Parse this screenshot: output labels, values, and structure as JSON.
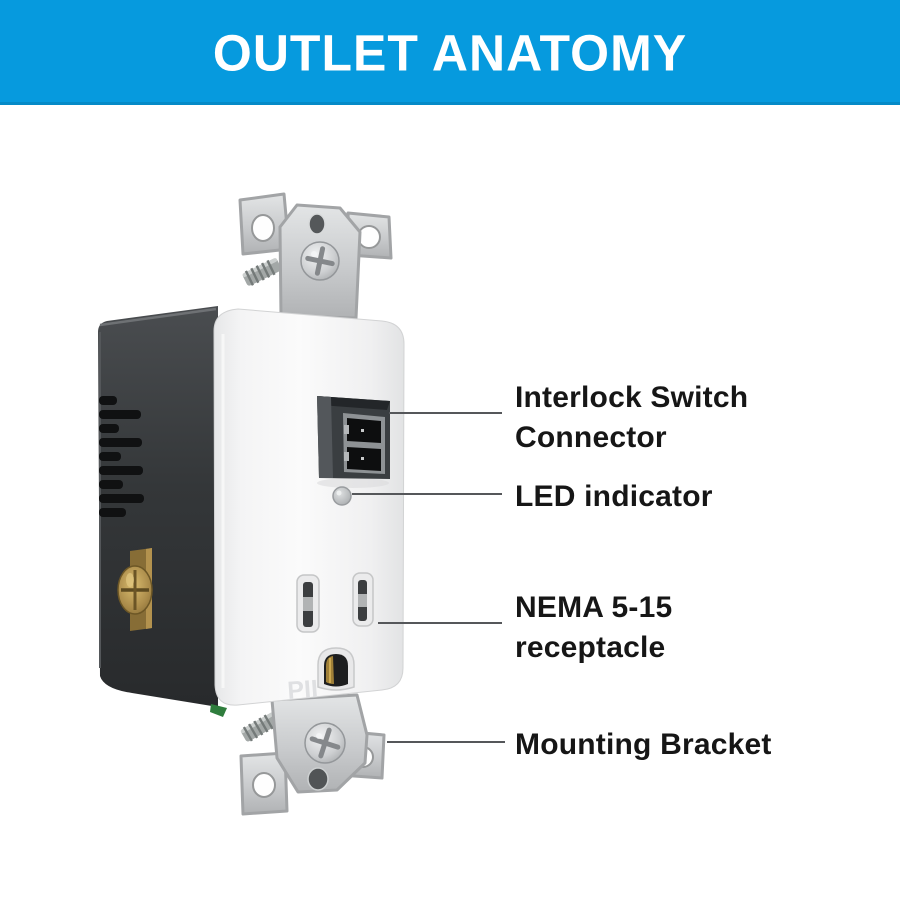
{
  "banner": {
    "title": "OUTLET ANATOMY"
  },
  "colors": {
    "banner_bg": "#069ade",
    "banner_text": "#ffffff",
    "label_text": "#161616",
    "callout_line": "#55575a",
    "device_body": "#333638",
    "face": "#f5f5f6",
    "bracket_metal": "#c8cacc",
    "brass_screw": "#ab8c45"
  },
  "diagram": {
    "parts": [
      "top-mounting-bracket",
      "vent-slots",
      "terminal-screw",
      "front-face",
      "interlock-switch-connector",
      "led-indicator",
      "nema-5-15-receptacle",
      "ground-hole",
      "bottom-mounting-bracket"
    ],
    "callouts": [
      {
        "id": "interlock",
        "line1": "Interlock Switch",
        "line2": "Connector"
      },
      {
        "id": "led",
        "line1": "LED indicator",
        "line2": ""
      },
      {
        "id": "nema",
        "line1": "NEMA 5-15",
        "line2": "receptacle"
      },
      {
        "id": "bracket",
        "line1": "Mounting Bracket",
        "line2": ""
      }
    ]
  }
}
